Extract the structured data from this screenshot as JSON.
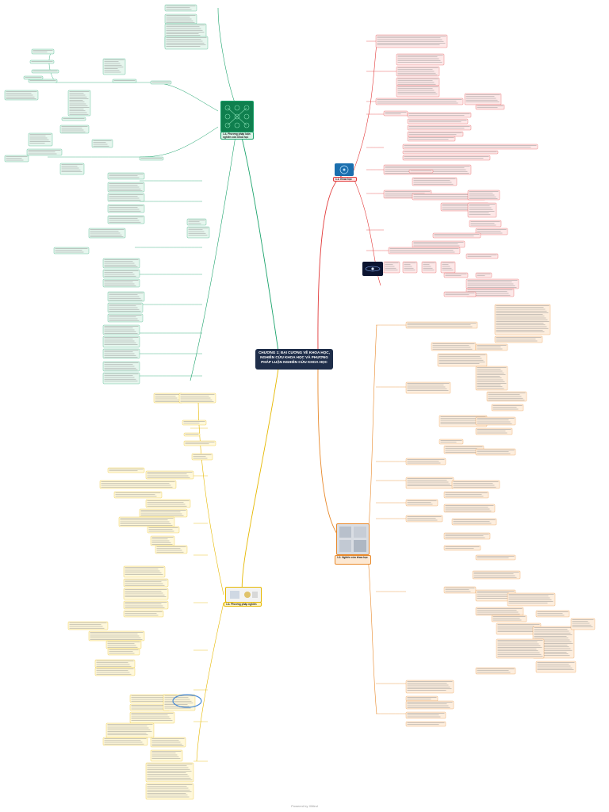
{
  "central": {
    "title": "CHƯƠNG 1: ĐẠI CƯƠNG VỀ KHOA HỌC, NGHIÊN CỨU KHOA HỌC VÀ PHƯƠNG PHÁP LUẬN NGHIÊN CỨU KHOA HỌC"
  },
  "branches": {
    "green": {
      "title": "1.4. Phương pháp luận nghiên cứu khoa học",
      "color": "#1aa36b",
      "fill": "#d8f3e6",
      "node_fill": "#e6f6ee"
    },
    "red": {
      "title": "1.1. Khoa học",
      "color": "#e23a3a",
      "fill": "#fde1e1",
      "node_fill": "#fde8e8"
    },
    "orange": {
      "title": "1.2. Nghiên cứu khoa học",
      "color": "#e8892b",
      "fill": "#fde8d2",
      "node_fill": "#fdeede"
    },
    "yellow": {
      "title": "1.3. Phương pháp nghiên cứu khoa học",
      "color": "#e6b800",
      "fill": "#fff4c2",
      "node_fill": "#fff8db"
    }
  },
  "footer": {
    "text": "Powered by XMind"
  }
}
